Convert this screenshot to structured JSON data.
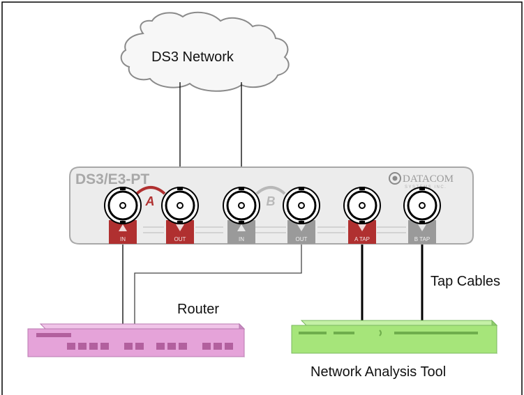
{
  "cloud": {
    "label": "DS3 Network"
  },
  "device": {
    "model": "DS3/E3-PT",
    "brand": "DATACOM",
    "brand_sub": "SYSTEMS INC.",
    "channel_a": "A",
    "channel_b": "B",
    "ports": [
      {
        "label": "IN"
      },
      {
        "label": "OUT"
      },
      {
        "label": "IN"
      },
      {
        "label": "OUT"
      },
      {
        "label": "A TAP"
      },
      {
        "label": "B TAP"
      }
    ]
  },
  "router": {
    "label": "Router"
  },
  "analyzer": {
    "label": "Network Analysis Tool"
  },
  "tap_cables": {
    "label": "Tap Cables"
  },
  "colors": {
    "accent_red": "#b03030",
    "port_tab_gray": "#9a9a9a",
    "device_body": "#ececec",
    "router_fill": "#e5a3d9",
    "analyzer_fill": "#a6e57a"
  }
}
